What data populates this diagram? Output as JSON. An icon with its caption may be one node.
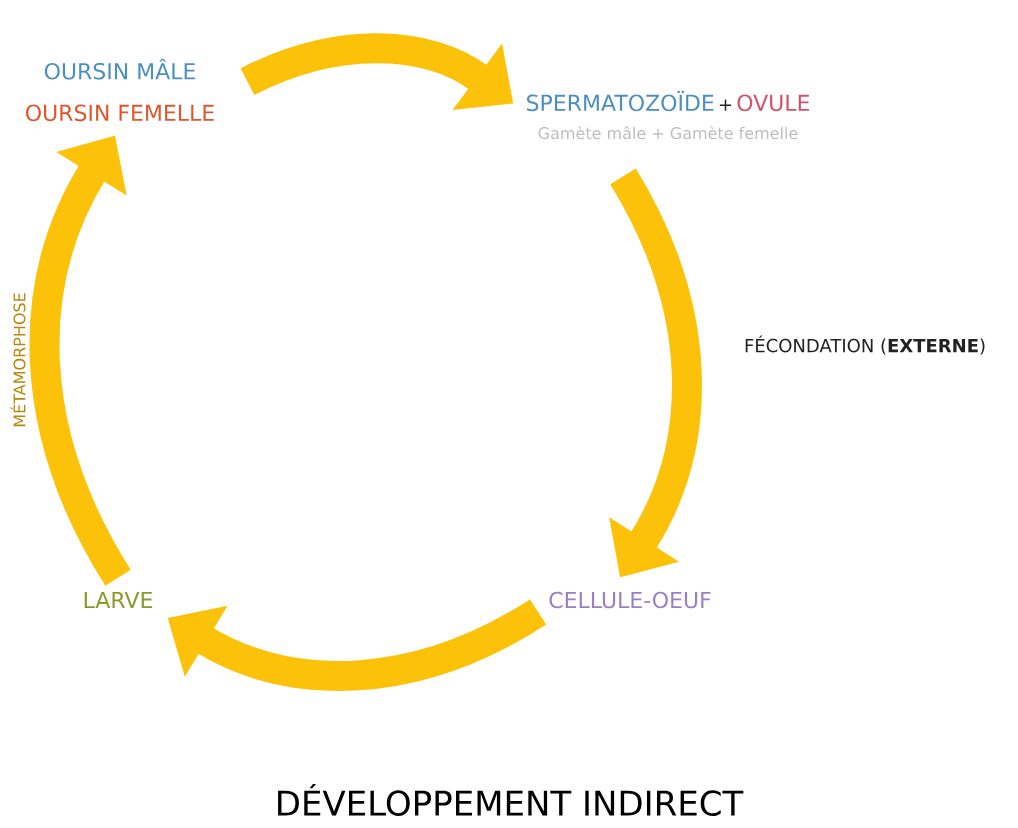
{
  "diagram": {
    "title": "DÉVELOPPEMENT INDIRECT",
    "nodes": [
      {
        "text": [
          "OURSIN MÂLE",
          "OURSIN FEMELLE"
        ]
      },
      {
        "text": [
          "SPERMATOZOÏDE",
          "+",
          "OVULE",
          "Gamète mâle + Gamète femelle"
        ]
      },
      {
        "text": [
          "CELLULE-OEUF"
        ]
      },
      {
        "text": [
          "LARVE"
        ]
      }
    ],
    "edges": [
      {
        "from": 0,
        "to": 1,
        "arrow": "to"
      },
      {
        "from": 1,
        "to": 2,
        "arrow": "to",
        "label": "FÉCONDATION (**EXTERNE**)"
      },
      {
        "from": 2,
        "to": 3,
        "arrow": "to"
      },
      {
        "from": 3,
        "to": 0,
        "arrow": "to",
        "label": "MÉTAMORPHOSE"
      }
    ]
  }
}
